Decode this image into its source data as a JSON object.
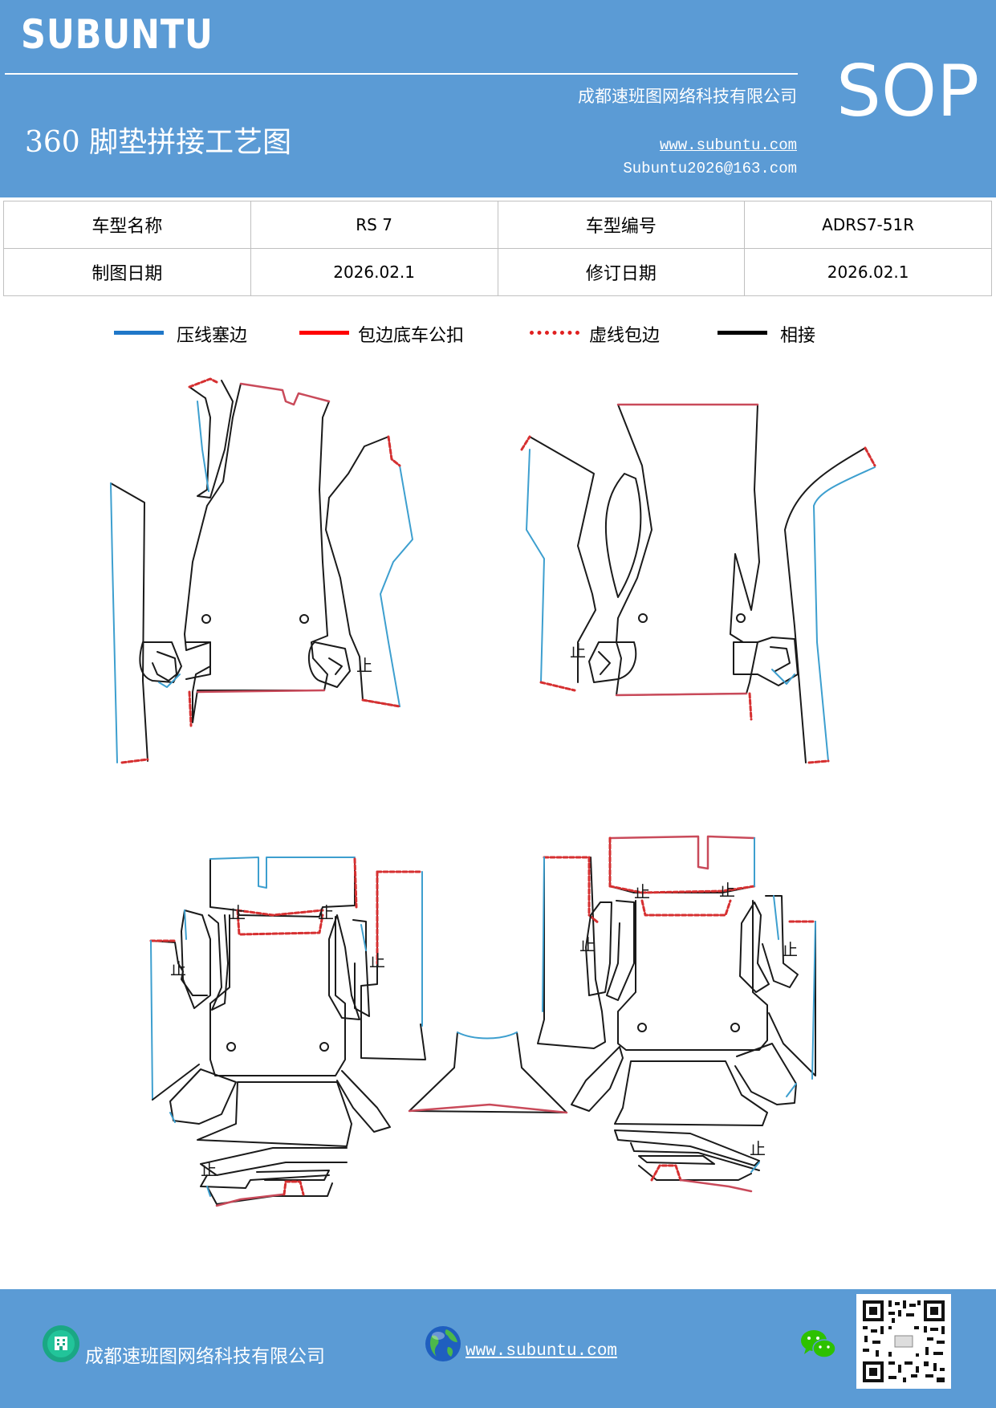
{
  "header": {
    "brand": "SUBUNTU",
    "company": "成都速班图网络科技有限公司",
    "title": "360 脚垫拼接工艺图",
    "website": "www.subuntu.com",
    "email": "Subuntu2026@163.com",
    "badge": "SOP"
  },
  "info_table": {
    "row1": {
      "label1": "车型名称",
      "value1": "RS 7",
      "label2": "车型编号",
      "value2": "ADRS7-51R"
    },
    "row2": {
      "label1": "制图日期",
      "value1": "2026.02.1",
      "label2": "修订日期",
      "value2": "2026.02.1"
    }
  },
  "legend": [
    {
      "label": "压线塞边",
      "color": "#1f77c8",
      "style": "solid"
    },
    {
      "label": "包边底车公扣",
      "color": "#ff0000",
      "style": "solid"
    },
    {
      "label": "虚线包边",
      "color": "#e02020",
      "style": "dotted"
    },
    {
      "label": "相接",
      "color": "#000000",
      "style": "solid"
    }
  ],
  "diagram": {
    "mark_glyph": "止",
    "colors": {
      "press": "#3d9fcf",
      "bind": "#c94a5a",
      "dash": "#d63031",
      "joint": "#1a1a1a"
    }
  },
  "footer": {
    "company": "成都速班图网络科技有限公司",
    "website": "www.subuntu.com",
    "icons": [
      "building-icon",
      "globe-icon",
      "wechat-icon",
      "qr-code"
    ]
  },
  "colors": {
    "header_bg": "#5b9bd5",
    "footer_bg": "#5b9bd5"
  }
}
